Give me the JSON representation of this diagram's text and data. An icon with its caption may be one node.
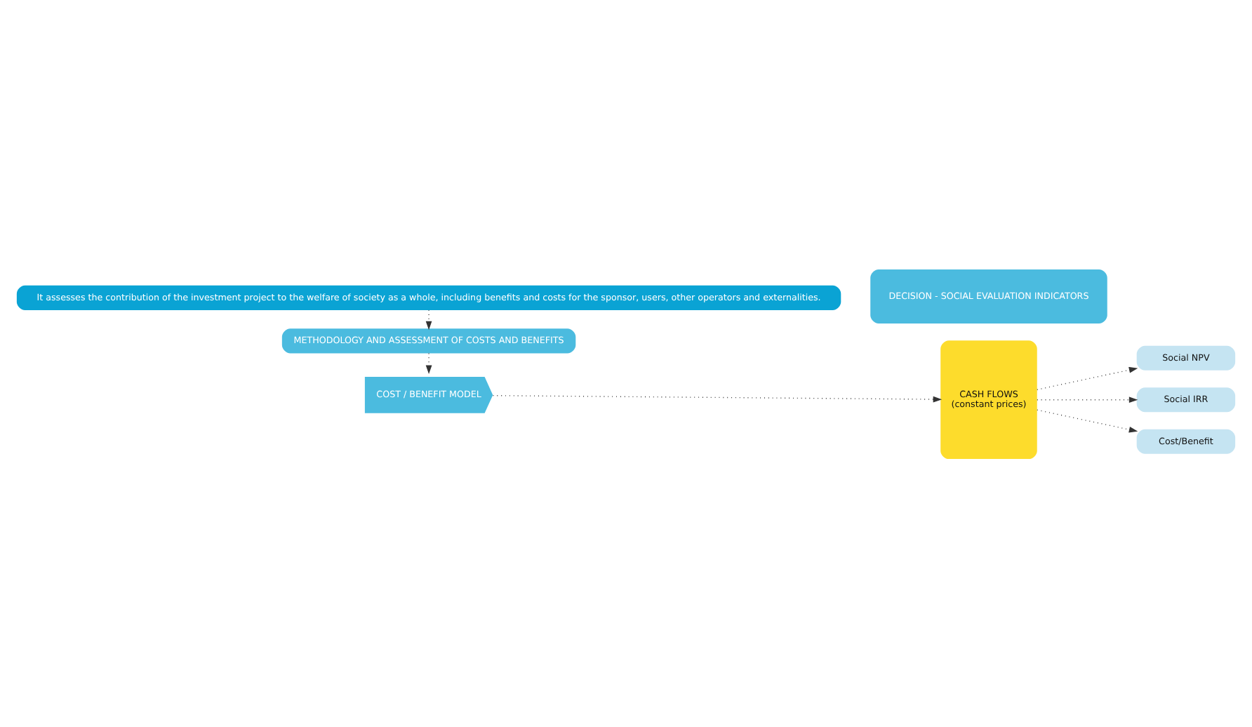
{
  "diagram": {
    "nodes": [
      {
        "text": [
          "It assesses the contribution of the investment project to the welfare of society as a whole, including benefits and costs for the sponsor, users, other operators and externalities."
        ]
      },
      {
        "text": [
          "METHODOLOGY AND ASSESSMENT OF COSTS AND BENEFITS"
        ]
      },
      {
        "text": [
          "DECISION - SOCIAL EVALUATION INDICATORS"
        ]
      },
      {
        "text": [
          "COST / BENEFIT MODEL"
        ]
      },
      {
        "text": [
          "CASH FLOWS",
          "(constant prices)"
        ]
      },
      {
        "text": [
          "Social NPV"
        ]
      },
      {
        "text": [
          "Social IRR"
        ]
      },
      {
        "text": [
          "Cost/Benefit"
        ]
      }
    ],
    "edges": [
      {
        "from": 0,
        "to": 1,
        "arrow": "to",
        "style": "dashed"
      },
      {
        "from": 1,
        "to": 3,
        "arrow": "to",
        "style": "dashed"
      },
      {
        "from": 3,
        "to": 4,
        "arrow": "to",
        "style": "dashed"
      },
      {
        "from": 4,
        "to": 5,
        "arrow": "to",
        "style": "dashed"
      },
      {
        "from": 4,
        "to": 6,
        "arrow": "to",
        "style": "dashed"
      },
      {
        "from": 4,
        "to": 7,
        "arrow": "to",
        "style": "dashed"
      }
    ]
  }
}
